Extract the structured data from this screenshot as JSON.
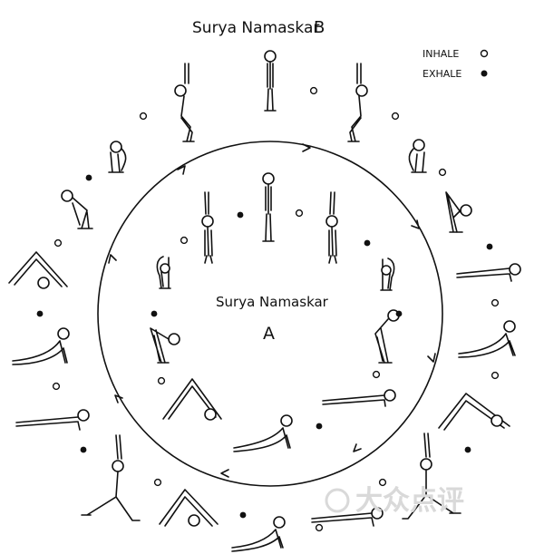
{
  "title_b": "Surya Namaskar",
  "title_b_letter": "B",
  "title_a": "Surya Namaskar",
  "title_a_letter": "A",
  "legend": {
    "inhale": "Inhale",
    "exhale": "Exhale"
  },
  "watermark": "大众点评",
  "colors": {
    "ink": "#111111",
    "paper": "#ffffff",
    "watermark": "#d9d9d9"
  },
  "sequence_a": [
    "stand",
    "arms-up",
    "forward-fold",
    "half-lift",
    "plank",
    "upward-dog",
    "downward-dog",
    "half-lift",
    "forward-fold",
    "arms-up",
    "stand"
  ],
  "sequence_b": [
    "stand",
    "chair",
    "forward-fold",
    "half-lift",
    "plank",
    "upward-dog",
    "downward-dog",
    "warrior",
    "plank",
    "upward-dog",
    "downward-dog",
    "warrior",
    "plank",
    "upward-dog",
    "downward-dog",
    "half-lift",
    "forward-fold",
    "chair",
    "stand"
  ]
}
